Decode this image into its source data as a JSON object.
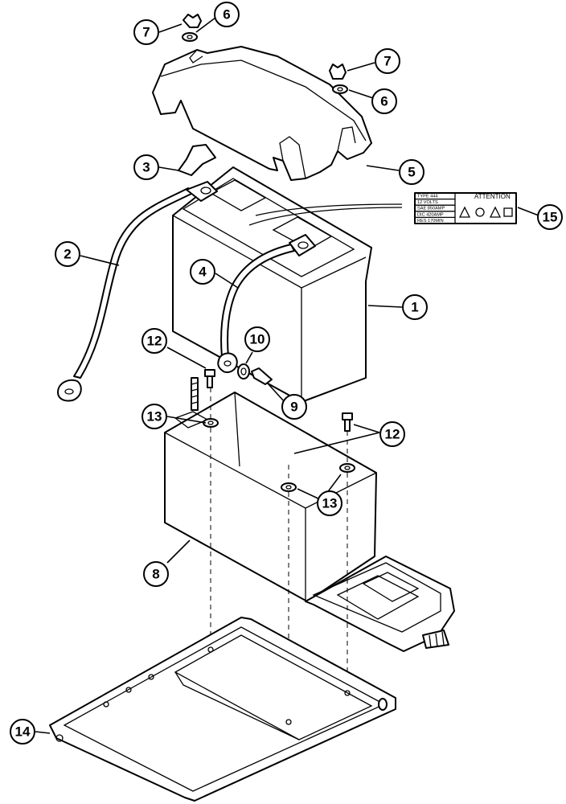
{
  "diagram": {
    "callouts": [
      {
        "id": "c1",
        "number": "1"
      },
      {
        "id": "c2",
        "number": "2"
      },
      {
        "id": "c3",
        "number": "3"
      },
      {
        "id": "c4",
        "number": "4"
      },
      {
        "id": "c5",
        "number": "5"
      },
      {
        "id": "c6a",
        "number": "6"
      },
      {
        "id": "c6b",
        "number": "6"
      },
      {
        "id": "c7a",
        "number": "7"
      },
      {
        "id": "c7b",
        "number": "7"
      },
      {
        "id": "c8",
        "number": "8"
      },
      {
        "id": "c9",
        "number": "9"
      },
      {
        "id": "c10",
        "number": "10"
      },
      {
        "id": "c12a",
        "number": "12"
      },
      {
        "id": "c12b",
        "number": "12"
      },
      {
        "id": "c13a",
        "number": "13"
      },
      {
        "id": "c13b",
        "number": "13"
      },
      {
        "id": "c14",
        "number": "14"
      },
      {
        "id": "c15",
        "number": "15"
      }
    ],
    "warning_label": {
      "lines": [
        "TYPE 444",
        "12 VOLTS",
        "SAE 850AMP",
        "DIC 420AMP",
        "RES 170MIN"
      ],
      "heading": "ATTENTION"
    }
  }
}
